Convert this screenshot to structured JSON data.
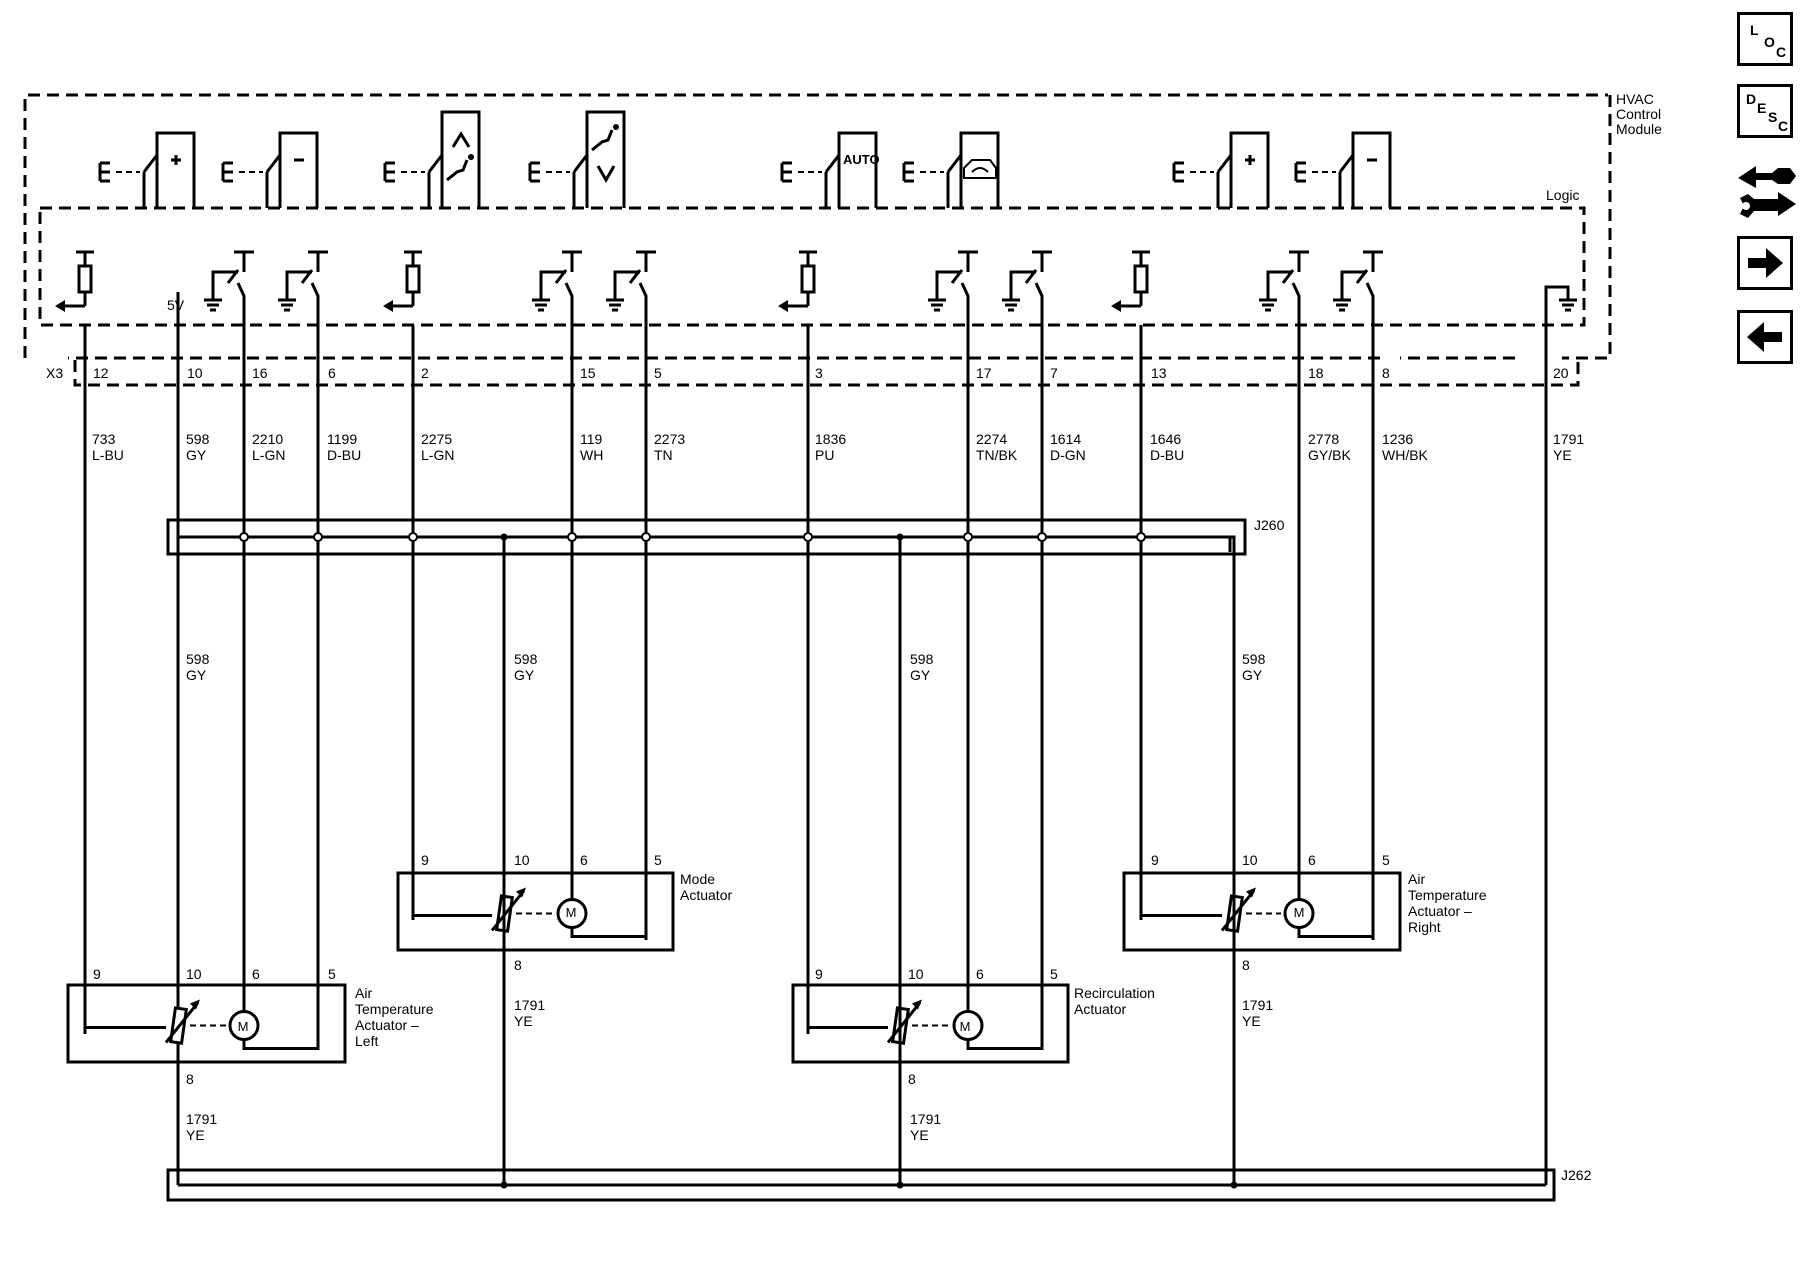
{
  "module": {
    "title_lines": [
      "HVAC",
      "Control",
      "Module"
    ],
    "logic_label": "Logic",
    "connector_label": "X3",
    "supply_label": "5V",
    "auto_label": "AUTO"
  },
  "pins": [
    {
      "id": "12",
      "circuit": "733",
      "color": "L-BU"
    },
    {
      "id": "10",
      "circuit": "598",
      "color": "GY"
    },
    {
      "id": "16",
      "circuit": "2210",
      "color": "L-GN"
    },
    {
      "id": "6",
      "circuit": "1199",
      "color": "D-BU"
    },
    {
      "id": "2",
      "circuit": "2275",
      "color": "L-GN"
    },
    {
      "id": "15",
      "circuit": "119",
      "color": "WH"
    },
    {
      "id": "5",
      "circuit": "2273",
      "color": "TN"
    },
    {
      "id": "3",
      "circuit": "1836",
      "color": "PU"
    },
    {
      "id": "17",
      "circuit": "2274",
      "color": "TN/BK"
    },
    {
      "id": "7",
      "circuit": "1614",
      "color": "D-GN"
    },
    {
      "id": "13",
      "circuit": "1646",
      "color": "D-BU"
    },
    {
      "id": "18",
      "circuit": "2778",
      "color": "GY/BK"
    },
    {
      "id": "8",
      "circuit": "1236",
      "color": "WH/BK"
    },
    {
      "id": "20",
      "circuit": "1791",
      "color": "YE"
    }
  ],
  "splices": {
    "j260": "J260",
    "j262": "J262"
  },
  "branch_wires": {
    "gy_circuit": "598",
    "gy_color": "GY",
    "ye_circuit": "1791",
    "ye_color": "YE"
  },
  "actuators": [
    {
      "name_lines": [
        "Air",
        "Temperature",
        "Actuator –",
        "Left"
      ],
      "pins": [
        "9",
        "10",
        "6",
        "5"
      ],
      "ground_pin": "8",
      "motor": "M"
    },
    {
      "name_lines": [
        "Mode",
        "Actuator"
      ],
      "pins": [
        "9",
        "10",
        "6",
        "5"
      ],
      "ground_pin": "8",
      "motor": "M"
    },
    {
      "name_lines": [
        "Recirculation",
        "Actuator"
      ],
      "pins": [
        "9",
        "10",
        "6",
        "5"
      ],
      "ground_pin": "8",
      "motor": "M"
    },
    {
      "name_lines": [
        "Air",
        "Temperature",
        "Actuator –",
        "Right"
      ],
      "pins": [
        "9",
        "10",
        "6",
        "5"
      ],
      "ground_pin": "8",
      "motor": "M"
    }
  ],
  "nav": {
    "loc": [
      "L",
      "O",
      "C"
    ],
    "desc": [
      "D",
      "E",
      "S",
      "C"
    ],
    "icons": [
      "connector-swap-icon",
      "arrow-right-icon",
      "arrow-left-icon"
    ]
  }
}
